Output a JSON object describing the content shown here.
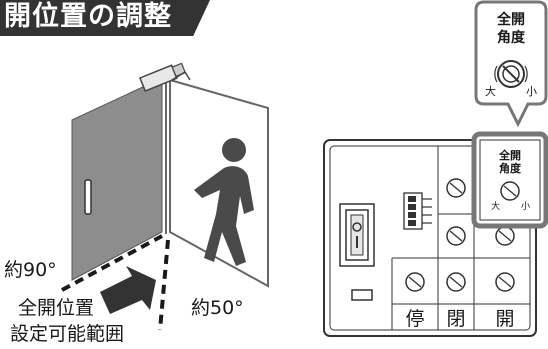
{
  "title": "開位置の調整",
  "door": {
    "angle_90_label": "約90°",
    "angle_50_label": "約50°",
    "range_label_line1": "全開位置",
    "range_label_line2": "設定可能範囲"
  },
  "bubble": {
    "label_line1": "全開",
    "label_line2": "角度",
    "dial_large": "大",
    "dial_small": "小"
  },
  "panel": {
    "highlight": {
      "label_line1": "全開",
      "label_line2": "角度",
      "dial_large": "大",
      "dial_small": "小"
    },
    "buttons": [
      "停",
      "閉",
      "開"
    ]
  },
  "colors": {
    "title_bg": "#333333",
    "door_fill": "#8a8a8a",
    "figure": "#4a4a4a",
    "highlight_border": "#777777"
  }
}
